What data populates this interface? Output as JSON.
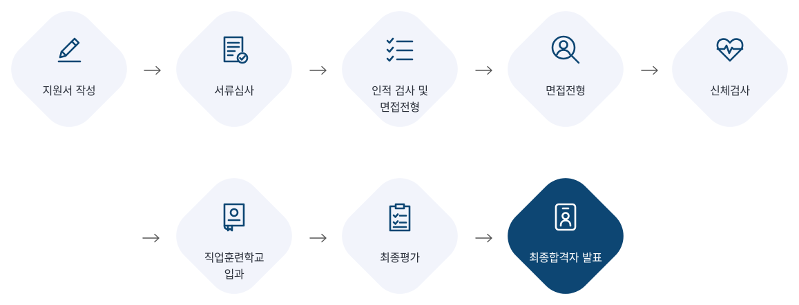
{
  "steps": [
    {
      "label": "지원서 작성",
      "icon": "pencil-icon"
    },
    {
      "label": "서류심사",
      "icon": "document-check-icon"
    },
    {
      "label": "인적 검사 및\n면접전형",
      "icon": "checklist-icon"
    },
    {
      "label": "면접전형",
      "icon": "search-person-icon"
    },
    {
      "label": "신체검사",
      "icon": "heart-pulse-icon"
    },
    {
      "label": "직업훈련학교\n입과",
      "icon": "certificate-book-icon"
    },
    {
      "label": "최종평가",
      "icon": "clipboard-icon"
    },
    {
      "label": "최종합격자 발표",
      "icon": "id-badge-icon"
    }
  ],
  "colors": {
    "accent": "#0d4673",
    "tile": "#f2f4fb",
    "icon": "#0d4673",
    "arrow": "#555555",
    "text": "#2a2f3a"
  }
}
